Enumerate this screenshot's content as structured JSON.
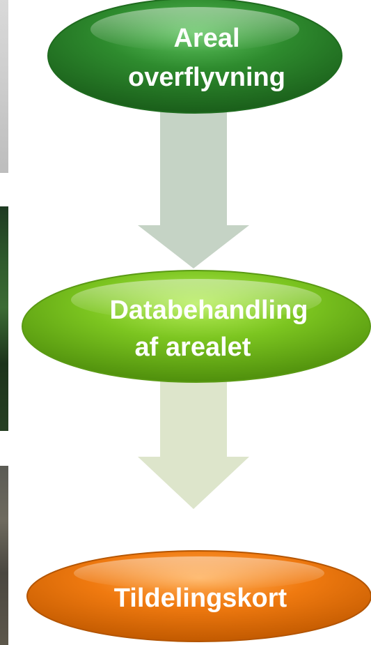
{
  "nodes": [
    {
      "lines": [
        "Areal",
        "overflyvning"
      ],
      "color": "#2e8b2e"
    },
    {
      "lines": [
        "Databehandling",
        "af arealet"
      ],
      "color": "#7cc520"
    },
    {
      "lines": [
        "Tildelingskort"
      ],
      "color": "#f07a10"
    }
  ],
  "arrows": [
    {
      "color": "#c5d3c5"
    },
    {
      "color": "#dde5cb"
    }
  ]
}
